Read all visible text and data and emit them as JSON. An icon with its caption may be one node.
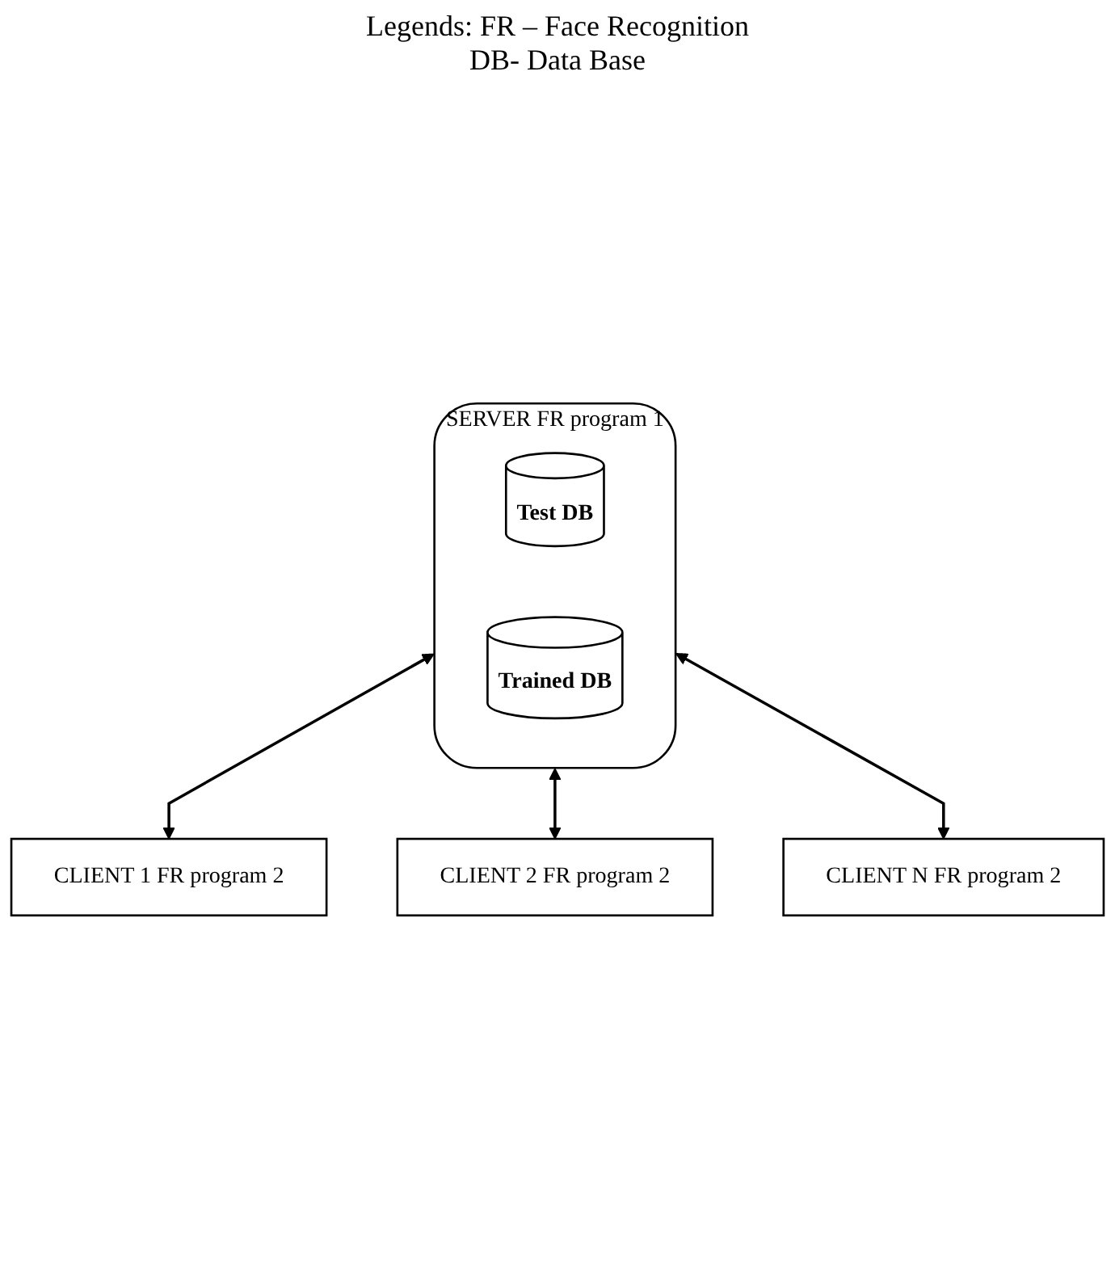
{
  "diagram": {
    "nodes": [
      {
        "text": [
          "SERVER FR program 1"
        ]
      },
      {
        "text": [
          "Test DB"
        ],
        "in": 0
      },
      {
        "text": [
          "Trained DB"
        ],
        "in": 0
      },
      {
        "text": [
          "CLIENT 1 FR program 2"
        ]
      },
      {
        "text": [
          "CLIENT 2 FR program 2"
        ]
      },
      {
        "text": [
          "CLIENT N FR program 2"
        ]
      }
    ],
    "edges": [
      {
        "from": 0,
        "to": 3,
        "arrow": "both"
      },
      {
        "from": 0,
        "to": 4,
        "arrow": "both"
      },
      {
        "from": 0,
        "to": 5,
        "arrow": "both"
      }
    ],
    "labels": [
      "Legends: FR – Face Recognition",
      "DB- Data Base"
    ]
  }
}
